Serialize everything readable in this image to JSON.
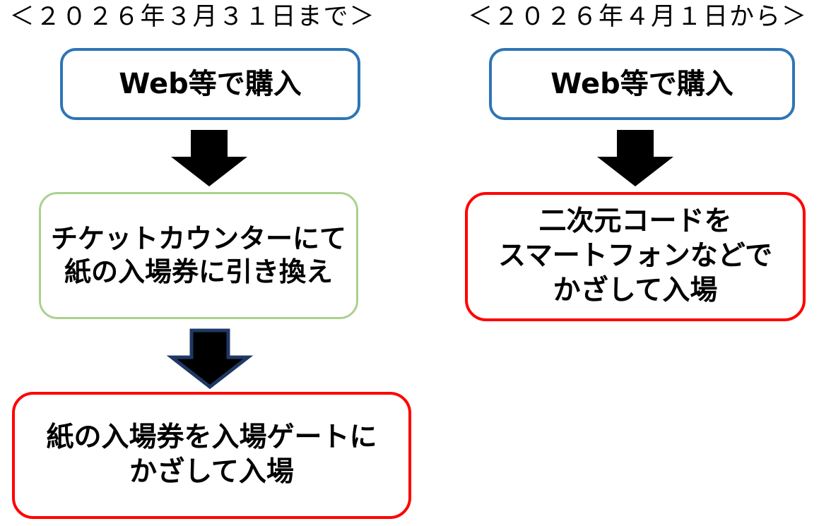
{
  "colors": {
    "background": "#FFFFFF",
    "text": "#000000",
    "blue_border": "#2E75B6",
    "green_border": "#A9D18E",
    "red_border": "#FF0000",
    "arrow_fill": "#000000",
    "arrow_outline": "#1F3864"
  },
  "left": {
    "header": "＜２０２６年３月３１日まで＞",
    "box1": {
      "label": "Web等で購入"
    },
    "box2": {
      "line1": "チケットカウンターにて",
      "line2": "紙の入場券に引き換え"
    },
    "box3": {
      "line1": "紙の入場券を入場ゲートに",
      "line2": "かざして入場"
    }
  },
  "right": {
    "header": "＜２０２６年４月１日から＞",
    "box1": {
      "label": "Web等で購入"
    },
    "box2": {
      "line1": "二次元コードを",
      "line2": "スマートフォンなどで",
      "line3": "かざして入場"
    }
  }
}
